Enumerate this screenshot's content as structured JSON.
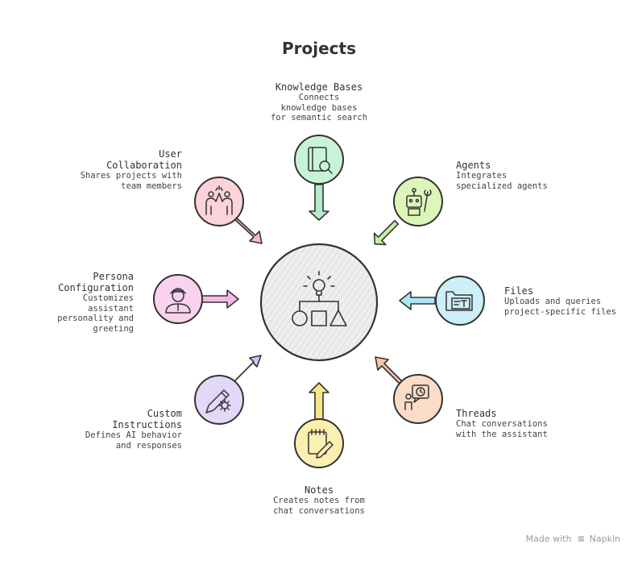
{
  "title": "Projects",
  "nodes": {
    "knowledge_bases": {
      "title": "Knowledge Bases",
      "desc": "Connects\nknowledge bases\nfor semantic search",
      "color": "#c9f3d6",
      "icon": "book-search-icon"
    },
    "agents": {
      "title": "Agents",
      "desc": "Integrates\nspecialized agents",
      "color": "#dcf5b8",
      "icon": "robot-wrench-icon"
    },
    "files": {
      "title": "Files",
      "desc": "Uploads and queries\nproject-specific files",
      "color": "#cdeffa",
      "icon": "folder-document-icon"
    },
    "threads": {
      "title": "Threads",
      "desc": "Chat conversations\nwith the assistant",
      "color": "#fbdcc6",
      "icon": "person-chat-icon"
    },
    "notes": {
      "title": "Notes",
      "desc": "Creates notes from\nchat conversations",
      "color": "#fbf0b0",
      "icon": "notepad-pencil-icon"
    },
    "custom_instructions": {
      "title": "Custom\nInstructions",
      "desc": "Defines AI behavior\nand responses",
      "color": "#e3d8f8",
      "icon": "pencil-gear-icon"
    },
    "persona_configuration": {
      "title": "Persona\nConfiguration",
      "desc": "Customizes\nassistant\npersonality and\ngreeting",
      "color": "#f9d2f0",
      "icon": "persona-icon"
    },
    "user_collaboration": {
      "title": "User\nCollaboration",
      "desc": "Shares projects with\nteam members",
      "color": "#fbd3d8",
      "icon": "high-five-icon"
    }
  },
  "hub": {
    "color": "#eeeeee",
    "icon": "idea-shapes-icon"
  },
  "footer": {
    "prefix": "Made with",
    "brand": "Napkin"
  }
}
